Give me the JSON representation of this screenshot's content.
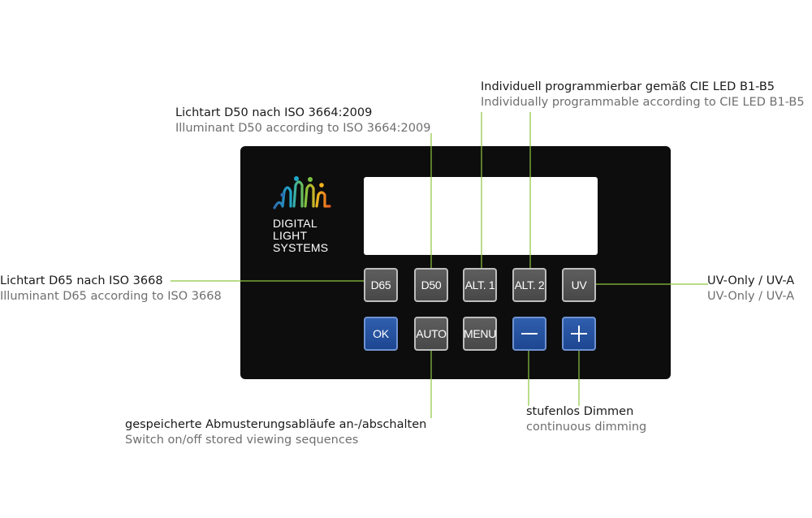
{
  "logo": {
    "name": "logo-icon",
    "lines": [
      "DIGITAL",
      "LIGHT",
      "SYSTEMS"
    ]
  },
  "buttons_row1": [
    {
      "label": "D65"
    },
    {
      "label": "D50"
    },
    {
      "label": "ALT. 1"
    },
    {
      "label": "ALT. 2"
    },
    {
      "label": "UV"
    }
  ],
  "buttons_row2": [
    {
      "label": "OK"
    },
    {
      "label": "AUTO"
    },
    {
      "label": "MENU"
    },
    {
      "label": "—",
      "icon": "minus-icon"
    },
    {
      "label": "+",
      "icon": "plus-icon"
    }
  ],
  "annotations": {
    "d65": {
      "de": "Lichtart D65 nach ISO 3668",
      "en": "Illuminant D65 according to ISO 3668"
    },
    "d50": {
      "de": "Lichtart D50 nach ISO 3664:2009",
      "en": "Illuminant D50 according to ISO 3664:2009"
    },
    "alt": {
      "de": "Individuell programmierbar gemäß CIE LED B1-B5",
      "en": "Individually programmable according to CIE LED B1-B5"
    },
    "uv": {
      "de": "UV-Only / UV-A",
      "en": "UV-Only / UV-A"
    },
    "auto": {
      "de": "gespeicherte Abmusterungsabläufe an-/abschalten",
      "en": "Switch on/off stored viewing sequences"
    },
    "dim": {
      "de": "stufenlos Dimmen",
      "en": "continuous dimming"
    }
  },
  "colors": {
    "panel": "#0d0d0d",
    "leader_line": "#8cc63f",
    "button_gray": "#555555",
    "button_blue": "#2754a3"
  }
}
